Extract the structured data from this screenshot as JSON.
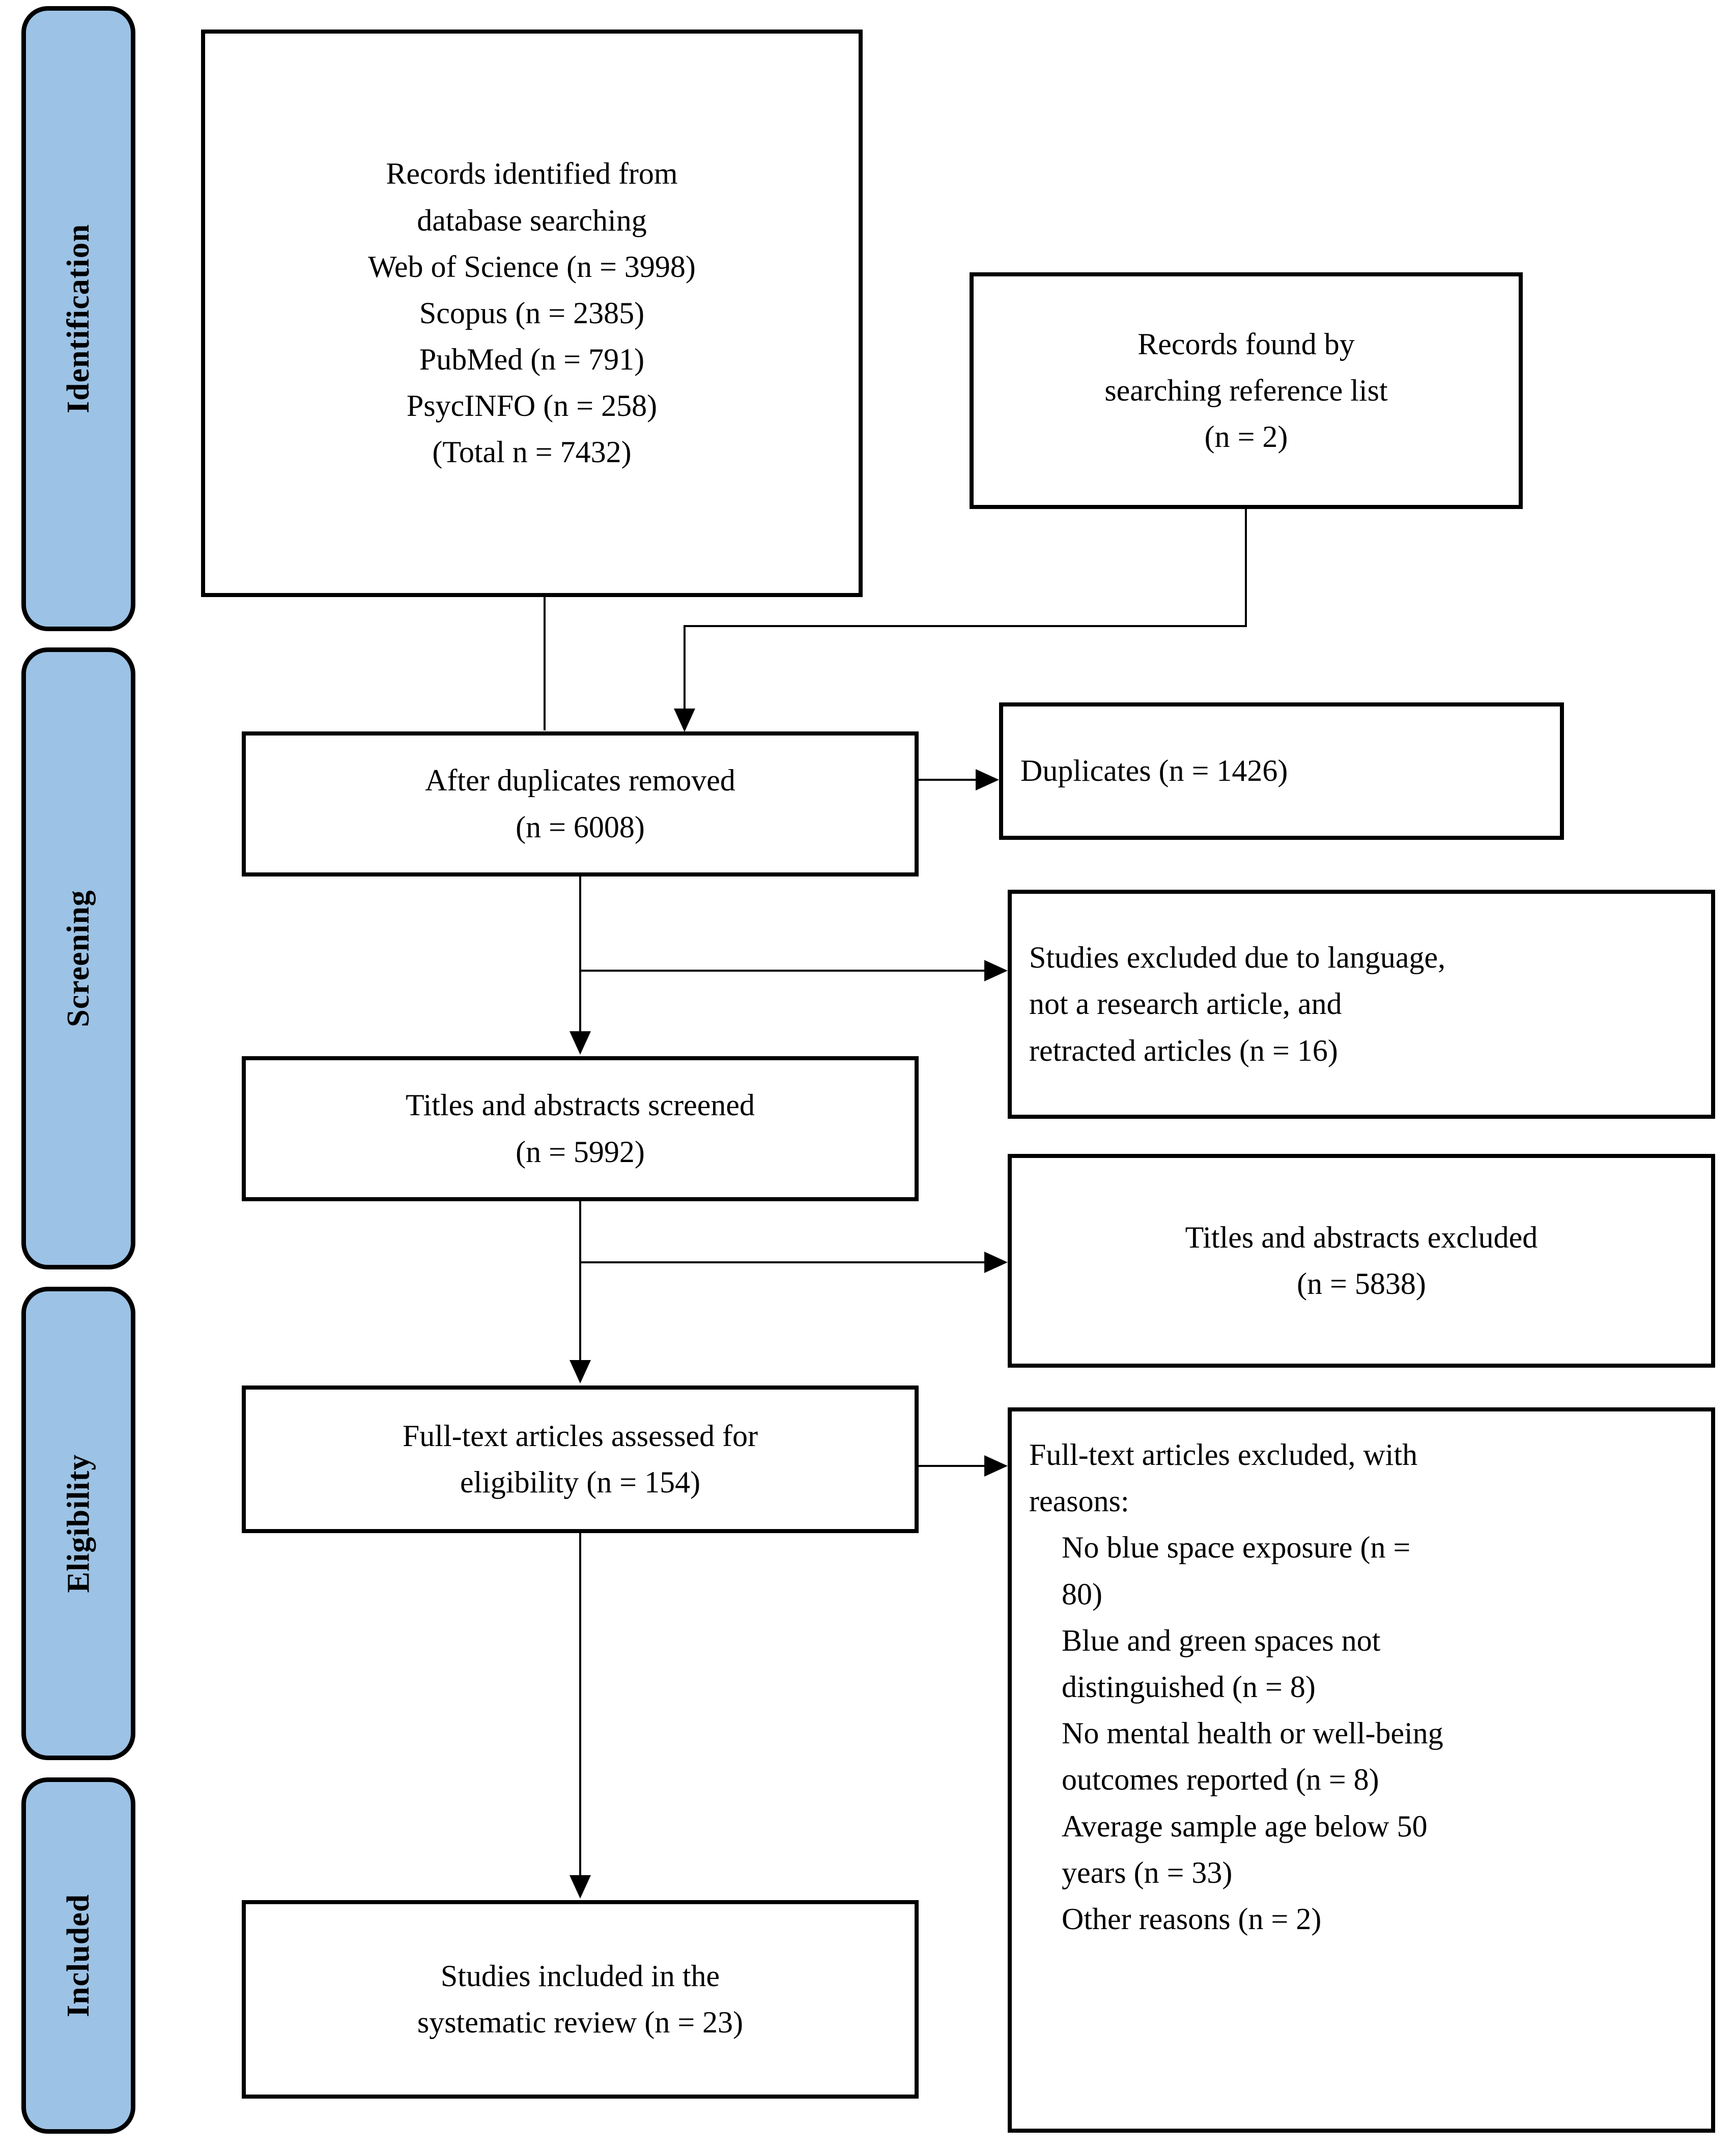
{
  "diagram": {
    "type": "prisma-flow-diagram",
    "accent_color": "#9CC2E5",
    "line_color": "#000000",
    "background_color": "#FFFFFF"
  },
  "phases": [
    {
      "id": "identification",
      "label": "Identification"
    },
    {
      "id": "screening",
      "label": "Screening"
    },
    {
      "id": "eligibility",
      "label": "Eligibility"
    },
    {
      "id": "included",
      "label": "Included"
    }
  ],
  "boxes": {
    "records_identified": {
      "lines": [
        "Records identified from",
        "database searching",
        "Web of Science (n = 3998)",
        "Scopus (n = 2385)",
        "PubMed (n = 791)",
        "PsycINFO (n = 258)",
        "(Total n = 7432)"
      ]
    },
    "records_reference_list": {
      "lines": [
        "Records found by",
        "searching reference list",
        "(n = 2)"
      ]
    },
    "after_duplicates": {
      "lines": [
        "After duplicates removed",
        "(n = 6008)"
      ]
    },
    "duplicates": {
      "lines": [
        "Duplicates (n = 1426)"
      ]
    },
    "studies_excluded_language": {
      "lines": [
        "Studies excluded due to language,",
        "not a research article, and",
        "retracted articles (n = 16)"
      ]
    },
    "titles_screened": {
      "lines": [
        "Titles and abstracts screened",
        "(n = 5992)"
      ]
    },
    "titles_excluded": {
      "lines": [
        "Titles and abstracts excluded",
        "(n = 5838)"
      ]
    },
    "fulltext_assessed": {
      "lines": [
        "Full-text articles assessed for",
        "eligibility (n = 154)"
      ]
    },
    "fulltext_excluded": {
      "heading_lines": [
        "Full-text articles excluded, with",
        "reasons:"
      ],
      "reason_lines": [
        "No blue space exposure (n =",
        "80)",
        "Blue and green spaces not",
        "distinguished (n = 8)",
        "No mental health or well-being",
        "outcomes reported (n = 8)",
        "Average sample age below 50",
        "years (n = 33)",
        "Other reasons (n = 2)"
      ]
    },
    "studies_included": {
      "lines": [
        "Studies included in the",
        "systematic review (n = 23)"
      ]
    }
  },
  "counts": {
    "web_of_science": 3998,
    "scopus": 2385,
    "pubmed": 791,
    "psycinfo": 258,
    "total_database": 7432,
    "reference_list": 2,
    "after_duplicates": 6008,
    "duplicates": 1426,
    "excluded_language_nonresearch_retracted": 16,
    "titles_abstracts_screened": 5992,
    "titles_abstracts_excluded": 5838,
    "fulltext_assessed": 154,
    "excluded_no_blue_space": 80,
    "excluded_blue_green_not_distinguished": 8,
    "excluded_no_mh_wellbeing_outcomes": 8,
    "excluded_age_below_50": 33,
    "excluded_other": 2,
    "included_studies": 23
  }
}
